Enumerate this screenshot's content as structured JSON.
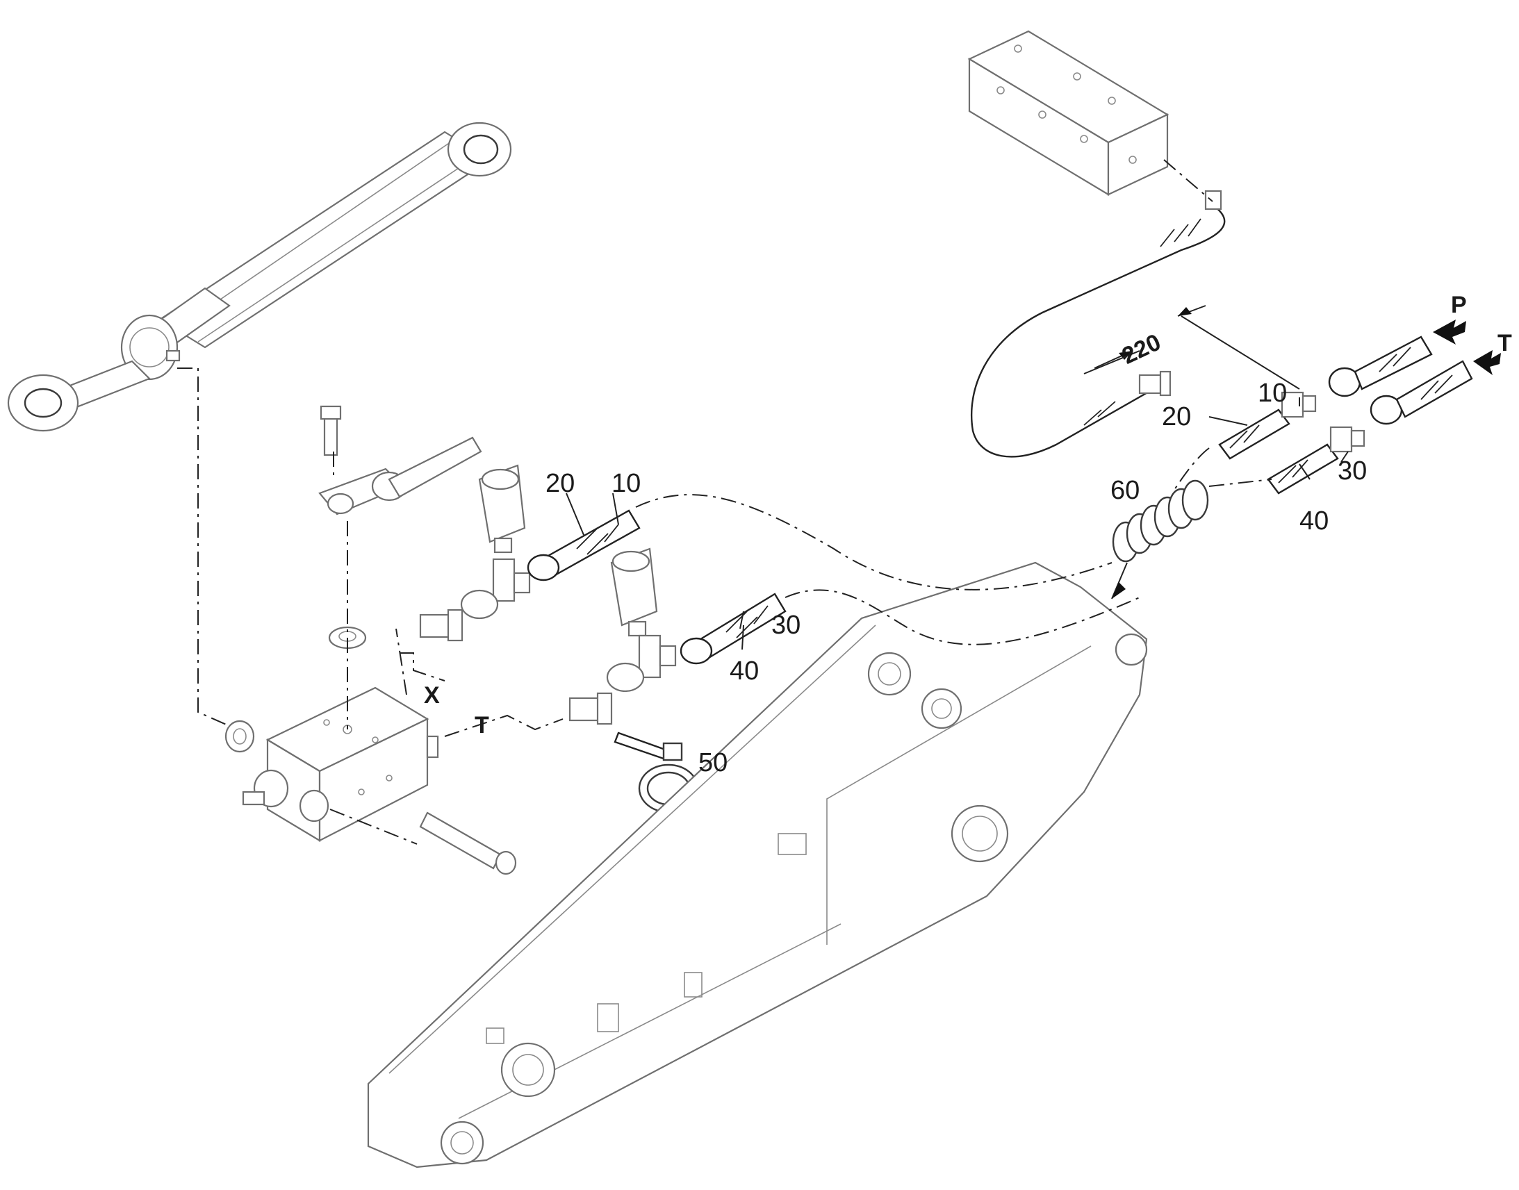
{
  "labels": {
    "item_10_left": "10",
    "item_20_left": "20",
    "item_30_left": "30",
    "item_40_left": "40",
    "item_50": "50",
    "item_60": "60",
    "item_10_right": "10",
    "item_20_right": "20",
    "item_30_right": "30",
    "item_40_right": "40",
    "port_x": "X",
    "port_t_block": "T",
    "port_p": "P",
    "port_t_right": "T",
    "dimension_220": "220"
  }
}
